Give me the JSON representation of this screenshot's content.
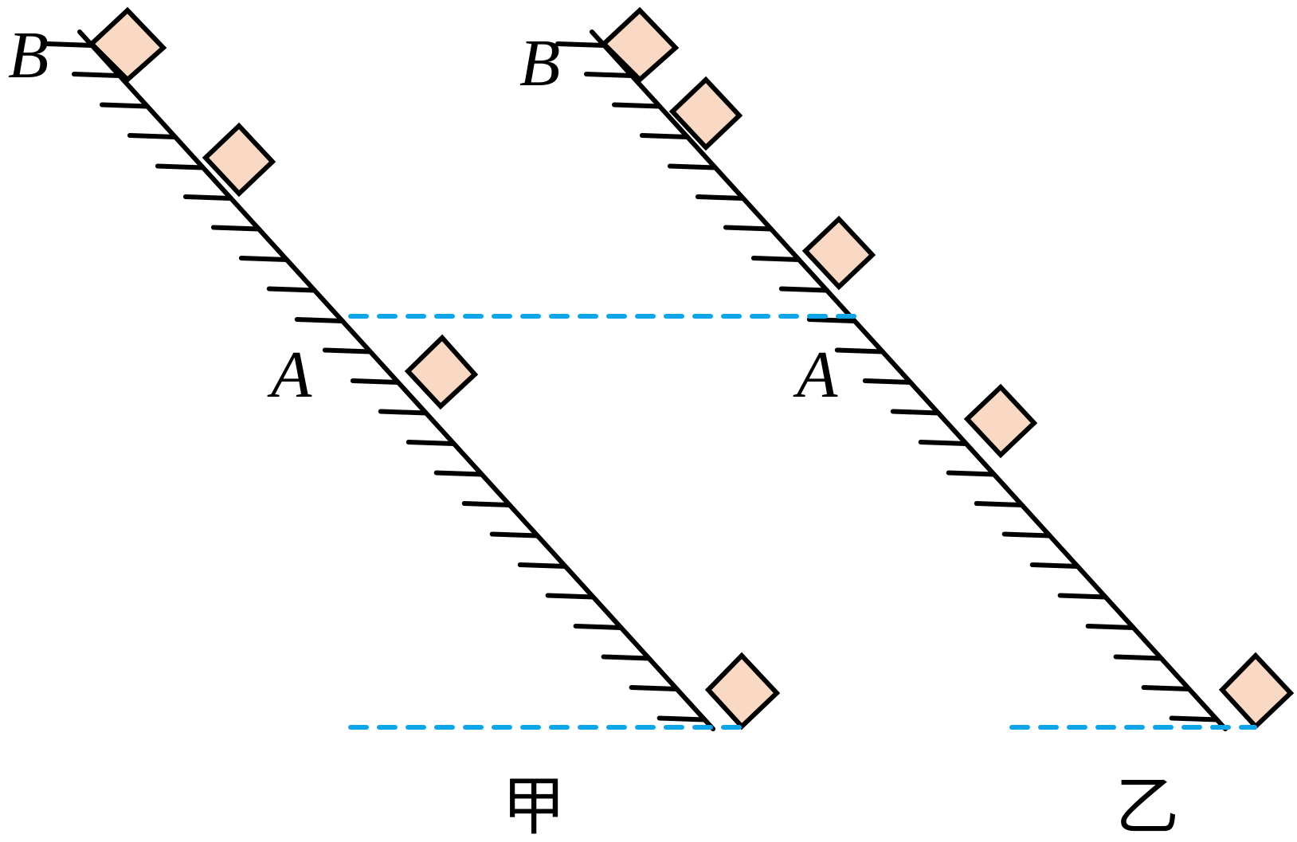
{
  "colors": {
    "block_fill": "#f9d9c3",
    "line": "#000000",
    "dashed": "#0ea5e9",
    "background": "#ffffff"
  },
  "panels": [
    {
      "id": "jia",
      "caption": "甲",
      "point_b": "B",
      "point_a": "A"
    },
    {
      "id": "yi",
      "caption": "乙",
      "point_b": "B",
      "point_a": "A"
    }
  ]
}
